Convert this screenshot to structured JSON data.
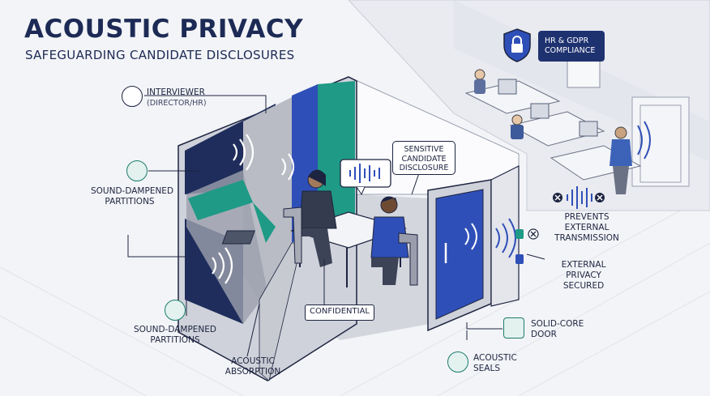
{
  "header": {
    "title": "ACOUSTIC PRIVACY",
    "subtitle": "SAFEGUARDING CANDIDATE DISCLOSURES"
  },
  "badge": {
    "line1": "HR & GDPR",
    "line2": "COMPLIANCE",
    "icon": "shield-lock-icon"
  },
  "labels": {
    "interviewer_line1": "INTERVIEWER",
    "interviewer_line2": "(DIRECTOR/HR)",
    "partitions_top_line1": "SOUND-DAMPENED",
    "partitions_top_line2": "PARTITIONS",
    "partitions_bottom_line1": "SOUND-DAMPENED",
    "partitions_bottom_line2": "PARTITIONS",
    "absorption_line1": "ACOUSTIC",
    "absorption_line2": "ABSORPTION",
    "disclosure_line1": "SENSITIVE",
    "disclosure_line2": "CANDIDATE",
    "disclosure_line3": "DISCLOSURE",
    "confidential": "CONFIDENTIAL",
    "prevents_line1": "PREVENTS",
    "prevents_line2": "EXTERNAL",
    "prevents_line3": "TRANSMISSION",
    "secured_line1": "EXTERNAL",
    "secured_line2": "PRIVACY",
    "secured_line3": "SECURED",
    "door_line1": "SOLID-CORE",
    "door_line2": "DOOR",
    "seals_line1": "ACOUSTIC",
    "seals_line2": "SEALS"
  },
  "colors": {
    "navy": "#1f2d5c",
    "blue": "#2f4fb8",
    "teal": "#1f9a86",
    "ink": "#1d2440",
    "wall": "#d9dbe2"
  }
}
